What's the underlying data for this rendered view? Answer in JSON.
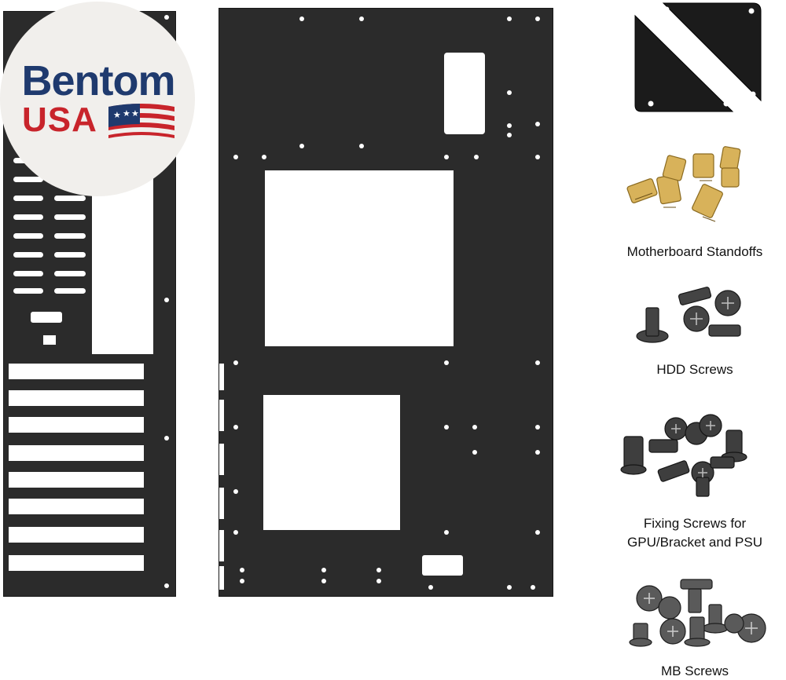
{
  "brand": {
    "name": "Bentom",
    "country": "USA",
    "colors": {
      "navy": "#1f3a6e",
      "red": "#c8242b",
      "plate": "#2b2b2b"
    }
  },
  "hardware": {
    "standoffs_label": "Motherboard Standoffs",
    "hdd_label": "HDD Screws",
    "fixing_label_line1": "Fixing Screws for",
    "fixing_label_line2": "GPU/Bracket and PSU",
    "mb_label": "MB Screws"
  }
}
